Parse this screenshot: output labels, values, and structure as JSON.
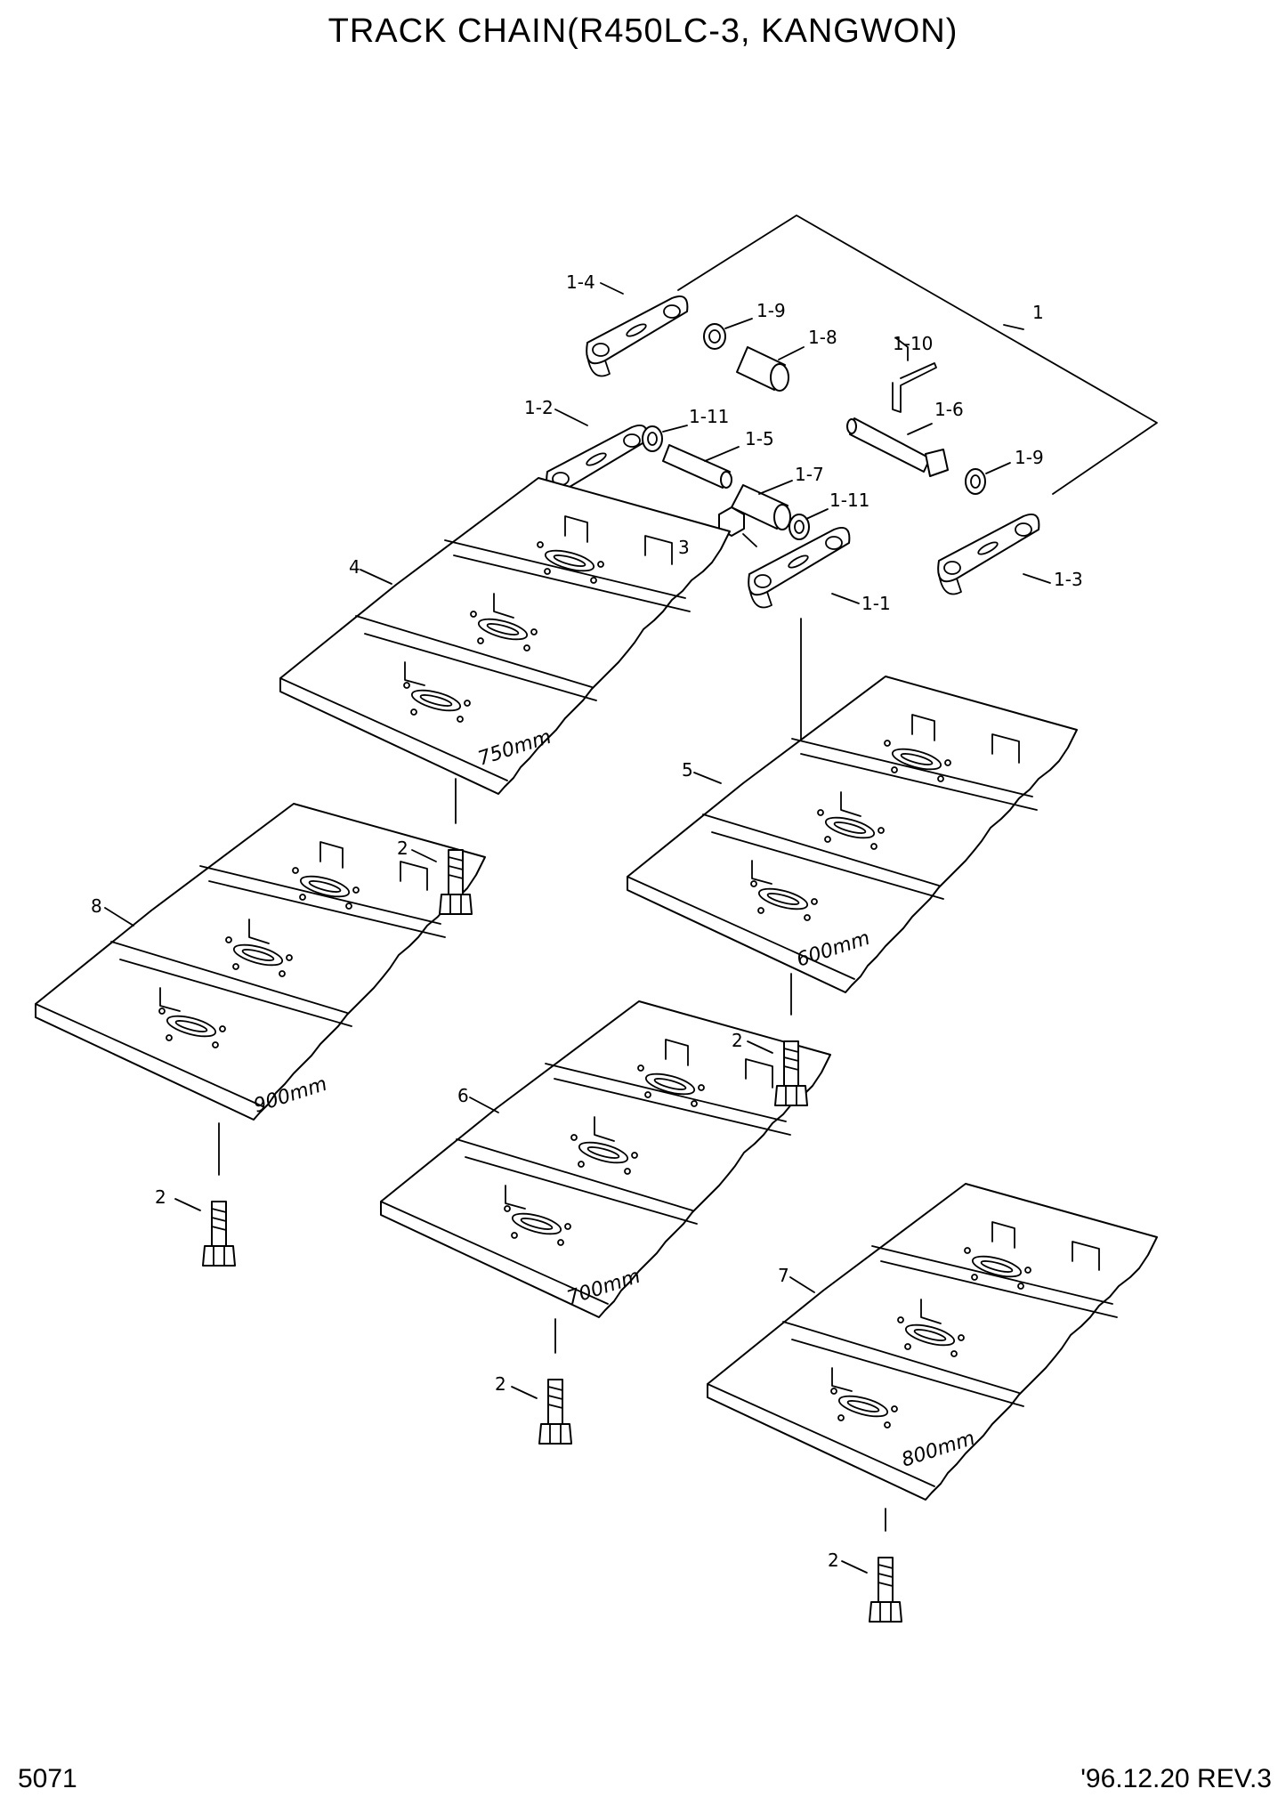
{
  "title": "TRACK CHAIN(R450LC-3, KANGWON)",
  "page_number": "5071",
  "revision": "'96.12.20  REV.3",
  "callouts": {
    "assembly": "1",
    "link_1_1": "1-1",
    "link_1_2": "1-2",
    "link_1_3": "1-3",
    "link_1_4": "1-4",
    "pin_1_5": "1-5",
    "pin_1_6": "1-6",
    "bushing_1_7": "1-7",
    "bushing_1_8": "1-8",
    "seal_1_9_a": "1-9",
    "seal_1_9_b": "1-9",
    "spring_pin_1_10": "1-10",
    "seal_1_11_a": "1-11",
    "seal_1_11_b": "1-11",
    "nut": "3",
    "shoe_750_num": "4",
    "shoe_600_num": "5",
    "shoe_700_num": "6",
    "shoe_800_num": "7",
    "shoe_900_num": "8",
    "bolt_a": "2",
    "bolt_b": "2",
    "bolt_c": "2",
    "bolt_d": "2",
    "bolt_e": "2"
  },
  "shoe_widths": {
    "s750": "750mm",
    "s600": "600mm",
    "s900": "900mm",
    "s700": "700mm",
    "s800": "800mm"
  }
}
